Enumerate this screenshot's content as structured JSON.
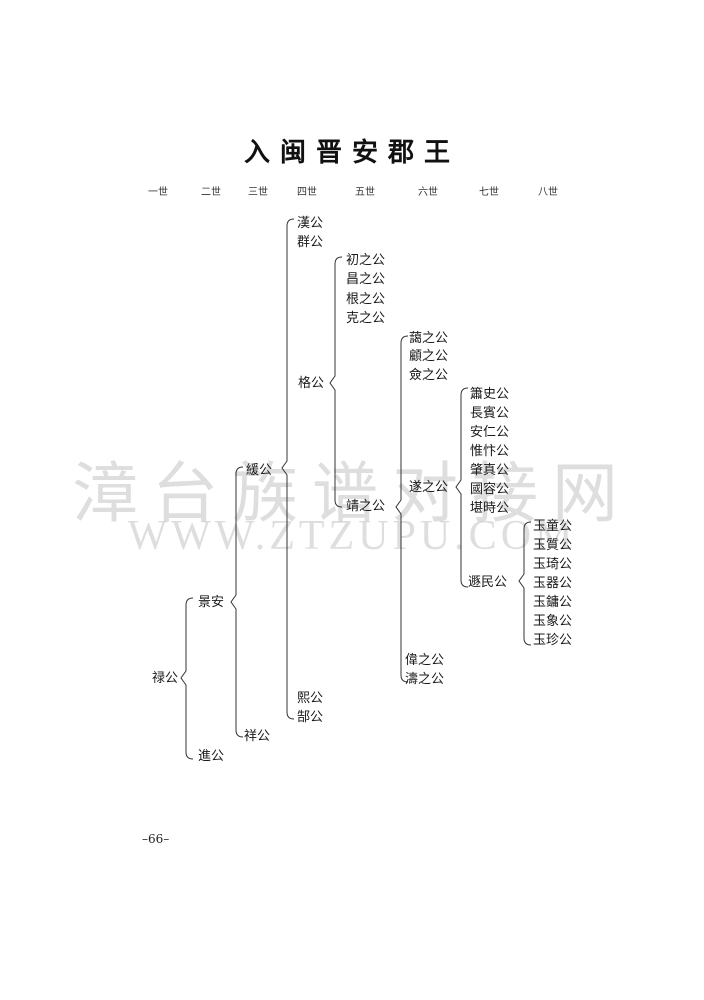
{
  "title": "入闽晋安郡王",
  "generations": [
    "一世",
    "二世",
    "三世",
    "四世",
    "五世",
    "六世",
    "七世",
    "八世"
  ],
  "names": {
    "g1_lu": "禄公",
    "g2_jingan": "景安",
    "g2_jin": "進公",
    "g3_yuan": "緩公",
    "g3_xiang": "祥公",
    "g4_han": "漢公",
    "g4_qun": "群公",
    "g4_ge": "格公",
    "g4_xi": "熙公",
    "g4_hao": "郜公",
    "g5_chu": "初之公",
    "g5_chang": "昌之公",
    "g5_gen": "根之公",
    "g5_ke": "克之公",
    "g5_jing": "靖之公",
    "g6_ai": "藹之公",
    "g6_gu": "顧之公",
    "g6_qian": "僉之公",
    "g6_sui": "遂之公",
    "g6_wei": "偉之公",
    "g6_tao": "濤之公",
    "g7_yongshi": "簫史公",
    "g7_changbin": "長賓公",
    "g7_anren": "安仁公",
    "g7_weinian": "惟忭公",
    "g7_zhaozhen": "肇真公",
    "g7_guorong": "國容公",
    "g7_kanshi": "堪時公",
    "g7_yumin": "遯民公",
    "g8_yutong": "玉童公",
    "g8_yuzhi": "玉質公",
    "g8_yuqi": "玉琦公",
    "g8_yuqi2": "玉器公",
    "g8_yuyong": "玉鏞公",
    "g8_yuxiang": "玉象公",
    "g8_yuzhen": "玉珍公"
  },
  "page_number": "–66–",
  "watermark": {
    "chinese": "漳台族谱对接网",
    "url": "WWW.ZTZUPU.COM"
  }
}
